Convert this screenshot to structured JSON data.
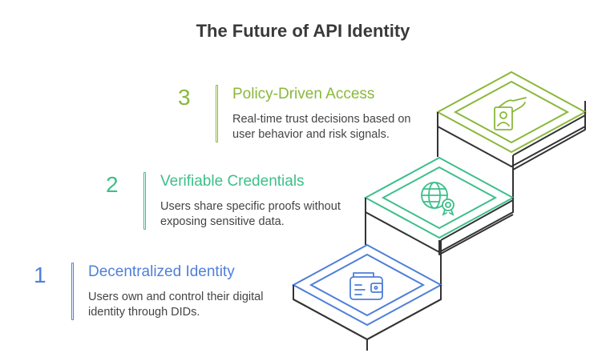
{
  "title": "The Future of API Identity",
  "colors": {
    "step1": "#4f7fd8",
    "step2": "#3dbf8a",
    "step3": "#8ab83a",
    "outline": "#333333"
  },
  "steps": [
    {
      "number": "1",
      "heading": "Decentralized Identity",
      "description": "Users own and control their digital identity through DIDs.",
      "icon": "wallet-icon"
    },
    {
      "number": "2",
      "heading": "Verifiable Credentials",
      "description": "Users share specific proofs without exposing sensitive data.",
      "icon": "globe-badge-icon"
    },
    {
      "number": "3",
      "heading": "Policy-Driven Access",
      "description": "Real-time trust decisions based on user behavior and risk signals.",
      "icon": "id-card-icon"
    }
  ]
}
